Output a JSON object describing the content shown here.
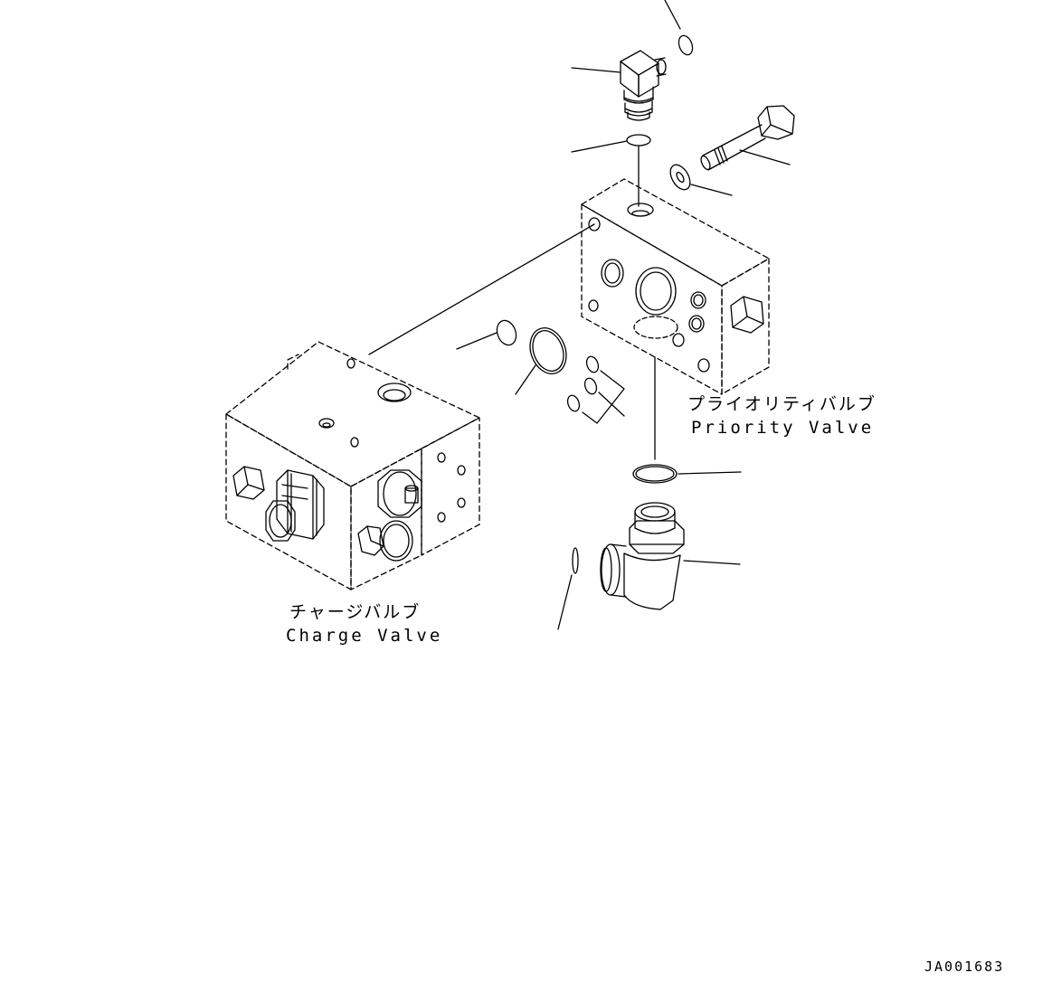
{
  "labels": {
    "priority_valve_jp": "プライオリティバルブ",
    "priority_valve_en": "Priority Valve",
    "charge_valve_jp": "チャージバルブ",
    "charge_valve_en": "Charge Valve"
  },
  "drawing_code": "JA001683",
  "colors": {
    "line": "#000000",
    "background": "#ffffff"
  }
}
